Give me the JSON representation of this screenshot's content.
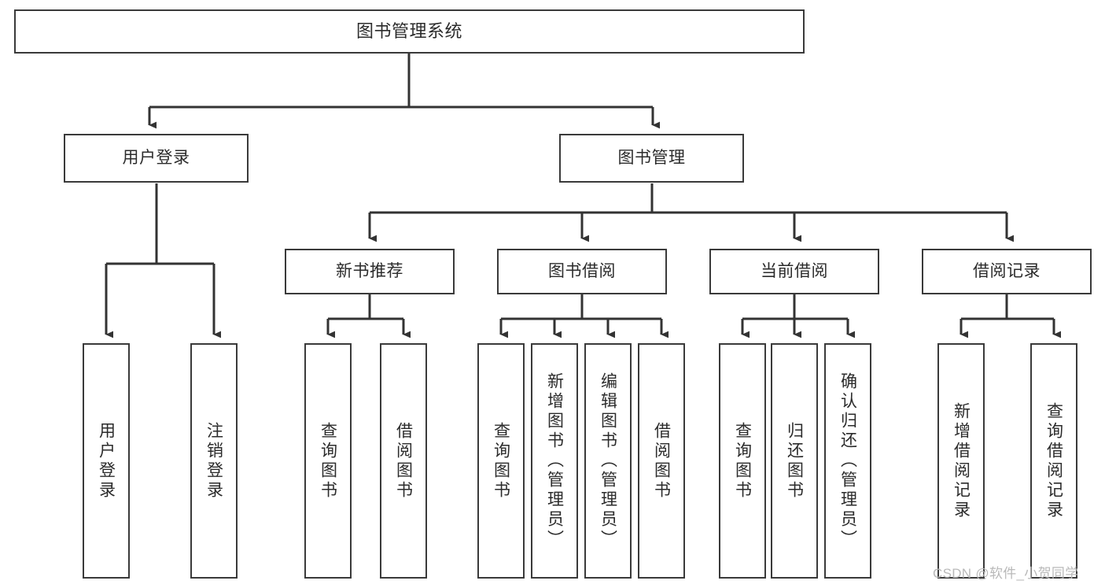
{
  "diagram": {
    "title": "图书管理系统",
    "type": "tree-hierarchy-chart",
    "levels": {
      "root": {
        "label": "图书管理系统"
      },
      "level2": [
        {
          "id": "user-login",
          "label": "用户登录"
        },
        {
          "id": "book-management",
          "label": "图书管理"
        }
      ],
      "level3": [
        {
          "id": "new-book-recommend",
          "label": "新书推荐",
          "parent": "book-management"
        },
        {
          "id": "book-borrow",
          "label": "图书借阅",
          "parent": "book-management"
        },
        {
          "id": "current-borrow",
          "label": "当前借阅",
          "parent": "book-management"
        },
        {
          "id": "borrow-record",
          "label": "借阅记录",
          "parent": "book-management"
        }
      ],
      "leaves": [
        {
          "id": "leaf-user-login",
          "label": "用户登录",
          "parent": "user-login"
        },
        {
          "id": "leaf-logout-login",
          "label": "注销登录",
          "parent": "user-login"
        },
        {
          "id": "leaf-query-book-1",
          "label": "查询图书",
          "parent": "new-book-recommend"
        },
        {
          "id": "leaf-borrow-book-1",
          "label": "借阅图书",
          "parent": "new-book-recommend"
        },
        {
          "id": "leaf-query-book-2",
          "label": "查询图书",
          "parent": "book-borrow"
        },
        {
          "id": "leaf-add-book",
          "label": "新增图书（管理员）",
          "parent": "book-borrow"
        },
        {
          "id": "leaf-edit-book",
          "label": "编辑图书（管理员）",
          "parent": "book-borrow"
        },
        {
          "id": "leaf-borrow-book-2",
          "label": "借阅图书",
          "parent": "book-borrow"
        },
        {
          "id": "leaf-query-book-3",
          "label": "查询图书",
          "parent": "current-borrow"
        },
        {
          "id": "leaf-return-book",
          "label": "归还图书",
          "parent": "current-borrow"
        },
        {
          "id": "leaf-confirm-return",
          "label": "确认归还（管理员）",
          "parent": "current-borrow"
        },
        {
          "id": "leaf-add-record",
          "label": "新增借阅记录",
          "parent": "borrow-record"
        },
        {
          "id": "leaf-query-record",
          "label": "查询借阅记录",
          "parent": "borrow-record"
        }
      ]
    },
    "colors": {
      "box_border": "#3a3a3a",
      "box_fill": "#ffffff",
      "connector": "#333333",
      "text": "#2b2b2b",
      "watermark": "#b9b9b9"
    }
  },
  "watermark": {
    "text": "CSDN @软件_小贺同学"
  }
}
